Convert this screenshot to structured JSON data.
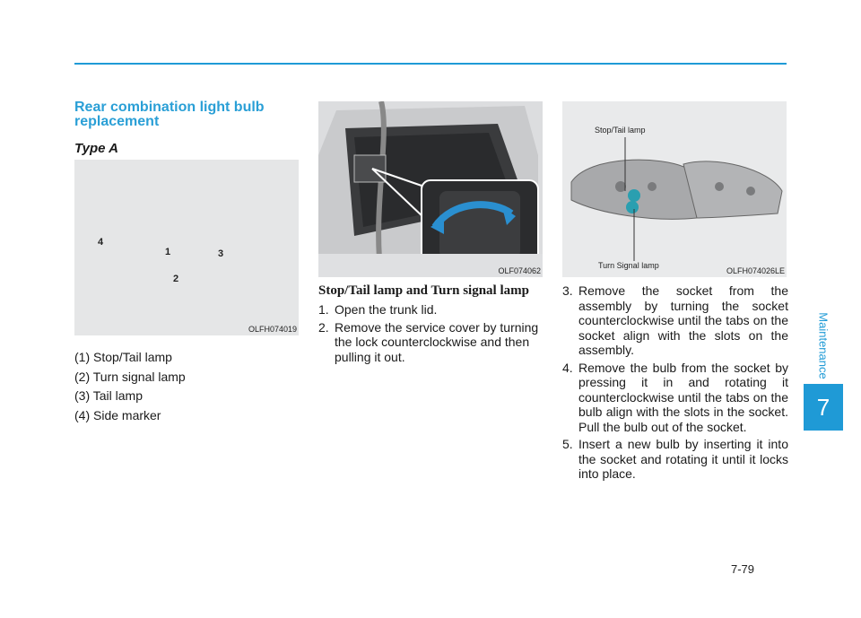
{
  "header": {
    "accent": "#1f9ad6"
  },
  "sidebar": {
    "chapter_label": "Maintenance",
    "chapter_number": "7"
  },
  "footer": {
    "page_number": "7-79"
  },
  "section": {
    "title": "Rear combination light bulb replacement",
    "type_label": "Type A"
  },
  "figure1": {
    "code": "OLFH074019",
    "callouts": [
      "4",
      "1",
      "3",
      "2"
    ]
  },
  "parts_list": [
    "(1) Stop/Tail lamp",
    "(2) Turn signal lamp",
    "(3) Tail lamp",
    "(4) Side marker"
  ],
  "figure2": {
    "code": "OLF074062"
  },
  "subsection": {
    "title": "Stop/Tail lamp and Turn signal lamp"
  },
  "steps_middle": [
    {
      "num": "1.",
      "text": "Open the trunk lid."
    },
    {
      "num": "2.",
      "text": "Remove the service cover by turning the lock counterclockwise and then pulling it out."
    }
  ],
  "figure3": {
    "code": "OLFH074026LE",
    "label_top": "Stop/Tail lamp",
    "label_bottom": "Turn Signal lamp"
  },
  "steps_right": [
    {
      "num": "3.",
      "text": "Remove the socket from the assembly by turning the socket counterclockwise until the tabs on the socket align with the slots on the assembly."
    },
    {
      "num": "4.",
      "text": "Remove the bulb from the socket by pressing it in and rotating it counterclockwise until the tabs on the bulb align with the slots in the socket. Pull the bulb out of the socket."
    },
    {
      "num": "5.",
      "text": "Insert a new bulb by inserting it into the socket and rotating it until it locks into place."
    }
  ]
}
